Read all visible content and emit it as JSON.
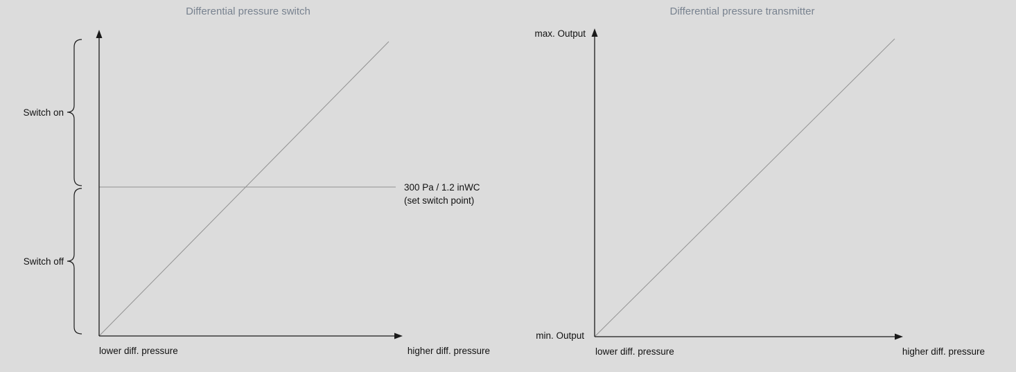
{
  "left": {
    "title": "Differential pressure switch",
    "switch_on_label": "Switch on",
    "switch_off_label": "Switch off",
    "set_point_line1": "300 Pa / 1.2 inWC",
    "set_point_line2": "(set switch point)",
    "x_left_label": "lower diff. pressure",
    "x_right_label": "higher diff. pressure"
  },
  "right": {
    "title": "Differential pressure transmitter",
    "y_max_label": "max. Output",
    "y_min_label": "min. Output",
    "x_left_label": "lower diff. pressure",
    "x_right_label": "higher diff. pressure"
  },
  "colors": {
    "background": "#dcdcdc",
    "title_text": "#78828f",
    "axis": "#1a1a1a",
    "data_line": "#929292",
    "label_text": "#111111"
  },
  "chart_data": [
    {
      "type": "line",
      "title": "Differential pressure switch",
      "xlabel": "differential pressure (lower diff. pressure to higher diff. pressure)",
      "annotations": [
        "300 Pa / 1.2 inWC (set switch point)",
        "Switch on (above set point)",
        "Switch off (below set point)"
      ],
      "series": [
        {
          "name": "signal",
          "description": "straight diagonal line rising from origin to upper right"
        },
        {
          "name": "set switch point",
          "description": "horizontal line at 300 Pa / 1.2 inWC"
        }
      ],
      "legend": false,
      "grid": false
    },
    {
      "type": "line",
      "title": "Differential pressure transmitter",
      "xlabel": "differential pressure (lower diff. pressure to higher diff. pressure)",
      "ylabel": "Output (min. Output to max. Output)",
      "series": [
        {
          "name": "output",
          "description": "straight diagonal line rising from origin (min. Output at lower diff. pressure) to max. Output at higher diff. pressure"
        }
      ],
      "legend": false,
      "grid": false
    }
  ]
}
